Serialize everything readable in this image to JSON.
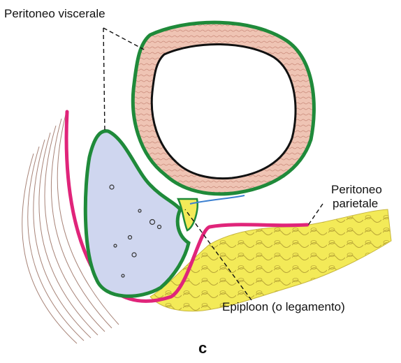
{
  "labels": {
    "visceral": "Peritoneo viscerale",
    "parietal_line1": "Peritoneo",
    "parietal_line2": "parietale",
    "epiploon": "Epiploon (o legamento)",
    "panel": "c"
  },
  "colors": {
    "visceral_peritoneum": "#1f8a3a",
    "parietal_peritoneum": "#e0247a",
    "organ_wall": "#e8b9a8",
    "lumen": "#ffffff",
    "cavity": "#cfd6ef",
    "fat": "#f3ea58",
    "vessel": "#3a7fd0"
  }
}
